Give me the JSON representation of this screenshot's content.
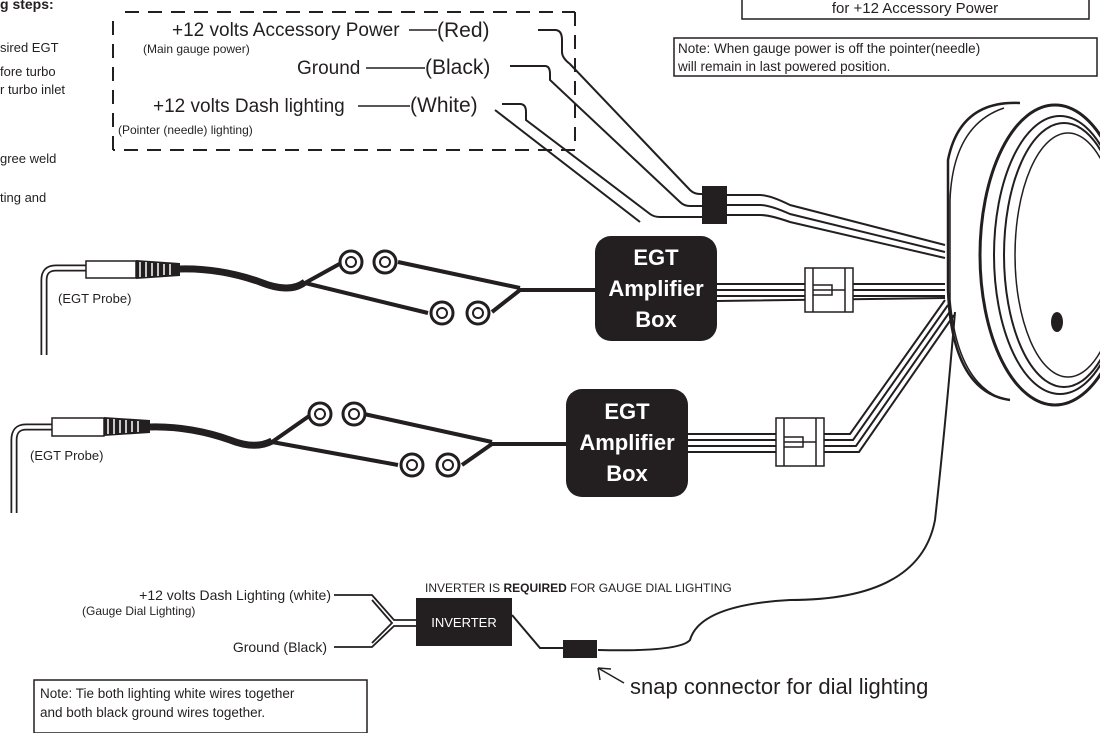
{
  "left_steps": {
    "heading": "g steps:",
    "line1": "sired EGT",
    "line2": "fore turbo",
    "line3": "r turbo inlet",
    "line4": "gree weld",
    "line5": "ting and"
  },
  "power_wires": {
    "accessory_label": "+12 volts Accessory Power",
    "accessory_color": "(Red)",
    "accessory_sub": "(Main gauge power)",
    "ground_label": "Ground",
    "ground_color": "(Black)",
    "dash_label": "+12 volts Dash lighting",
    "dash_color": "(White)",
    "dash_sub": "(Pointer (needle) lighting)"
  },
  "top_box_text": "for +12 Accessory Power",
  "note_top": {
    "line1": "Note: When gauge power is off the pointer(needle)",
    "line2": "will remain in last powered position."
  },
  "probes": [
    {
      "label": "(EGT Probe)"
    },
    {
      "label": "(EGT Probe)"
    }
  ],
  "amplifiers": [
    {
      "line1": "EGT",
      "line2": "Amplifier",
      "line3": "Box"
    },
    {
      "line1": "EGT",
      "line2": "Amplifier",
      "line3": "Box"
    }
  ],
  "inverter": {
    "label": "INVERTER",
    "required_prefix": "INVERTER IS ",
    "required_bold": "REQUIRED",
    "required_suffix": " FOR GAUGE DIAL LIGHTING",
    "dash_label": "+12 volts Dash Lighting (white)",
    "dash_sub": "(Gauge Dial Lighting)",
    "ground_label": "Ground (Black)"
  },
  "snap_connector_label": "snap connector for dial lighting",
  "note_bottom": {
    "line1": "Note: Tie both lighting white wires together",
    "line2": "and both black ground wires together."
  }
}
